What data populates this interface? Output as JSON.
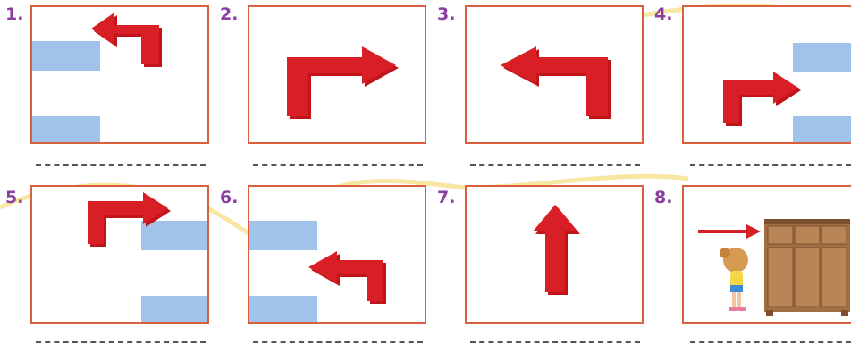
{
  "exercise": {
    "items": [
      {
        "number": "1.",
        "arrow": "left-turn-arrow",
        "answer": ""
      },
      {
        "number": "2.",
        "arrow": "right-turn-arrow",
        "answer": ""
      },
      {
        "number": "3.",
        "arrow": "left-turn-arrow",
        "answer": ""
      },
      {
        "number": "4.",
        "arrow": "right-turn-arrow",
        "answer": ""
      },
      {
        "number": "5.",
        "arrow": "right-turn-arrow",
        "answer": ""
      },
      {
        "number": "6.",
        "arrow": "left-turn-arrow",
        "answer": ""
      },
      {
        "number": "7.",
        "arrow": "up-arrow",
        "answer": ""
      },
      {
        "number": "8.",
        "arrow": "right-arrow",
        "answer": ""
      }
    ]
  },
  "colors": {
    "arrow": "#d81f26",
    "frame": "#d9603f",
    "block": "#9fc3ea",
    "number": "#8a3fa0",
    "swirl": "#f6e08c"
  }
}
